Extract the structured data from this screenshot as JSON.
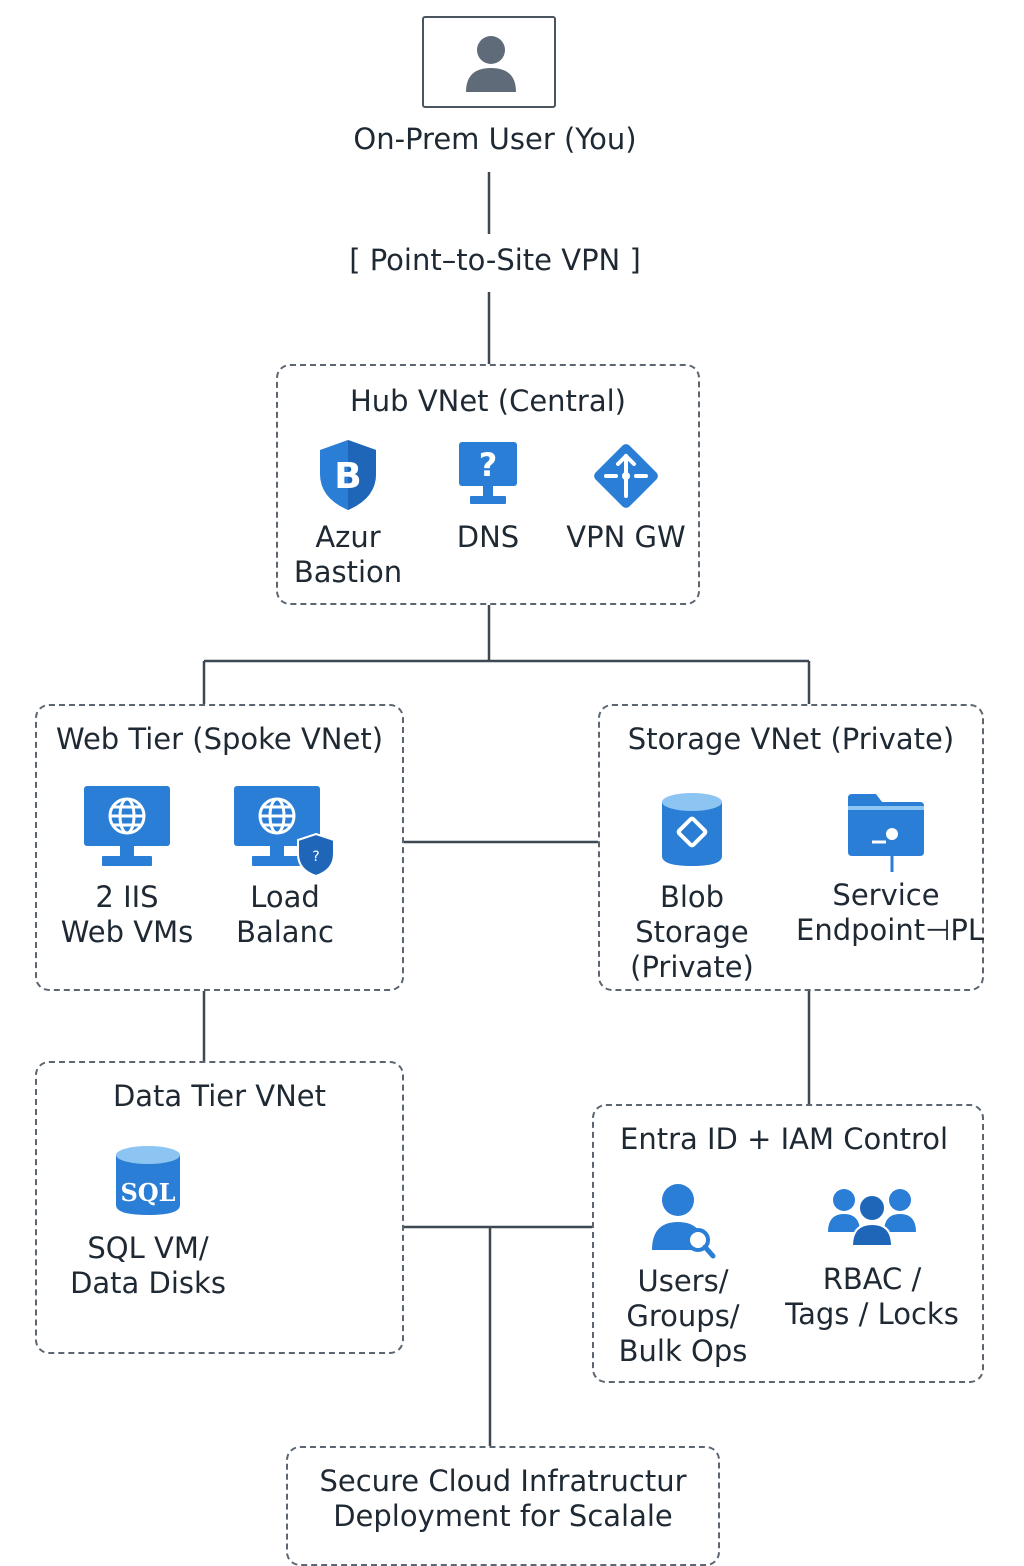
{
  "user": {
    "label": "On-Prem User (You)",
    "icon": "user-icon"
  },
  "vpn": {
    "label": "[ Point–to-Site VPN ]"
  },
  "hub": {
    "title": "Hub VNet (Central)",
    "items": [
      {
        "label": "Azur\nBastion",
        "icon": "shield-b-icon"
      },
      {
        "label": "DNS",
        "icon": "help-monitor-icon"
      },
      {
        "label": "VPN GW",
        "icon": "vpn-gateway-icon"
      }
    ]
  },
  "web": {
    "title": "Web Tier (Spoke VNet)",
    "items": [
      {
        "label": "2 IIS\nWeb VMs",
        "icon": "globe-monitor-icon"
      },
      {
        "label": "Load\nBalanc",
        "icon": "globe-monitor-shield-icon"
      }
    ]
  },
  "storage": {
    "title": "Storage VNet (Private)",
    "items": [
      {
        "label": "Blob\nStorage\n(Private)",
        "icon": "blob-storage-icon"
      },
      {
        "label": "Service\nEndpoint⊣PL",
        "icon": "folder-endpoint-icon"
      }
    ]
  },
  "data": {
    "title": "Data Tier VNet",
    "items": [
      {
        "label": "SQL VM/\nData Disks",
        "icon": "sql-database-icon",
        "icon_text": "SQL"
      }
    ]
  },
  "entra": {
    "title": "Entra ID + IAM Control",
    "items": [
      {
        "label": "Users/\nGroups/\nBulk Ops",
        "icon": "user-search-icon"
      },
      {
        "label": "RBAC /\nTags / Locks",
        "icon": "group-users-icon"
      }
    ]
  },
  "footer": {
    "label": "Secure Cloud Infratructur\nDeployment for Scalale"
  },
  "colors": {
    "accent": "#2a7ed6",
    "accent_dark": "#1f66b8",
    "user_gray": "#5f6b78",
    "line": "#3e4852",
    "border": "#5b6672"
  }
}
